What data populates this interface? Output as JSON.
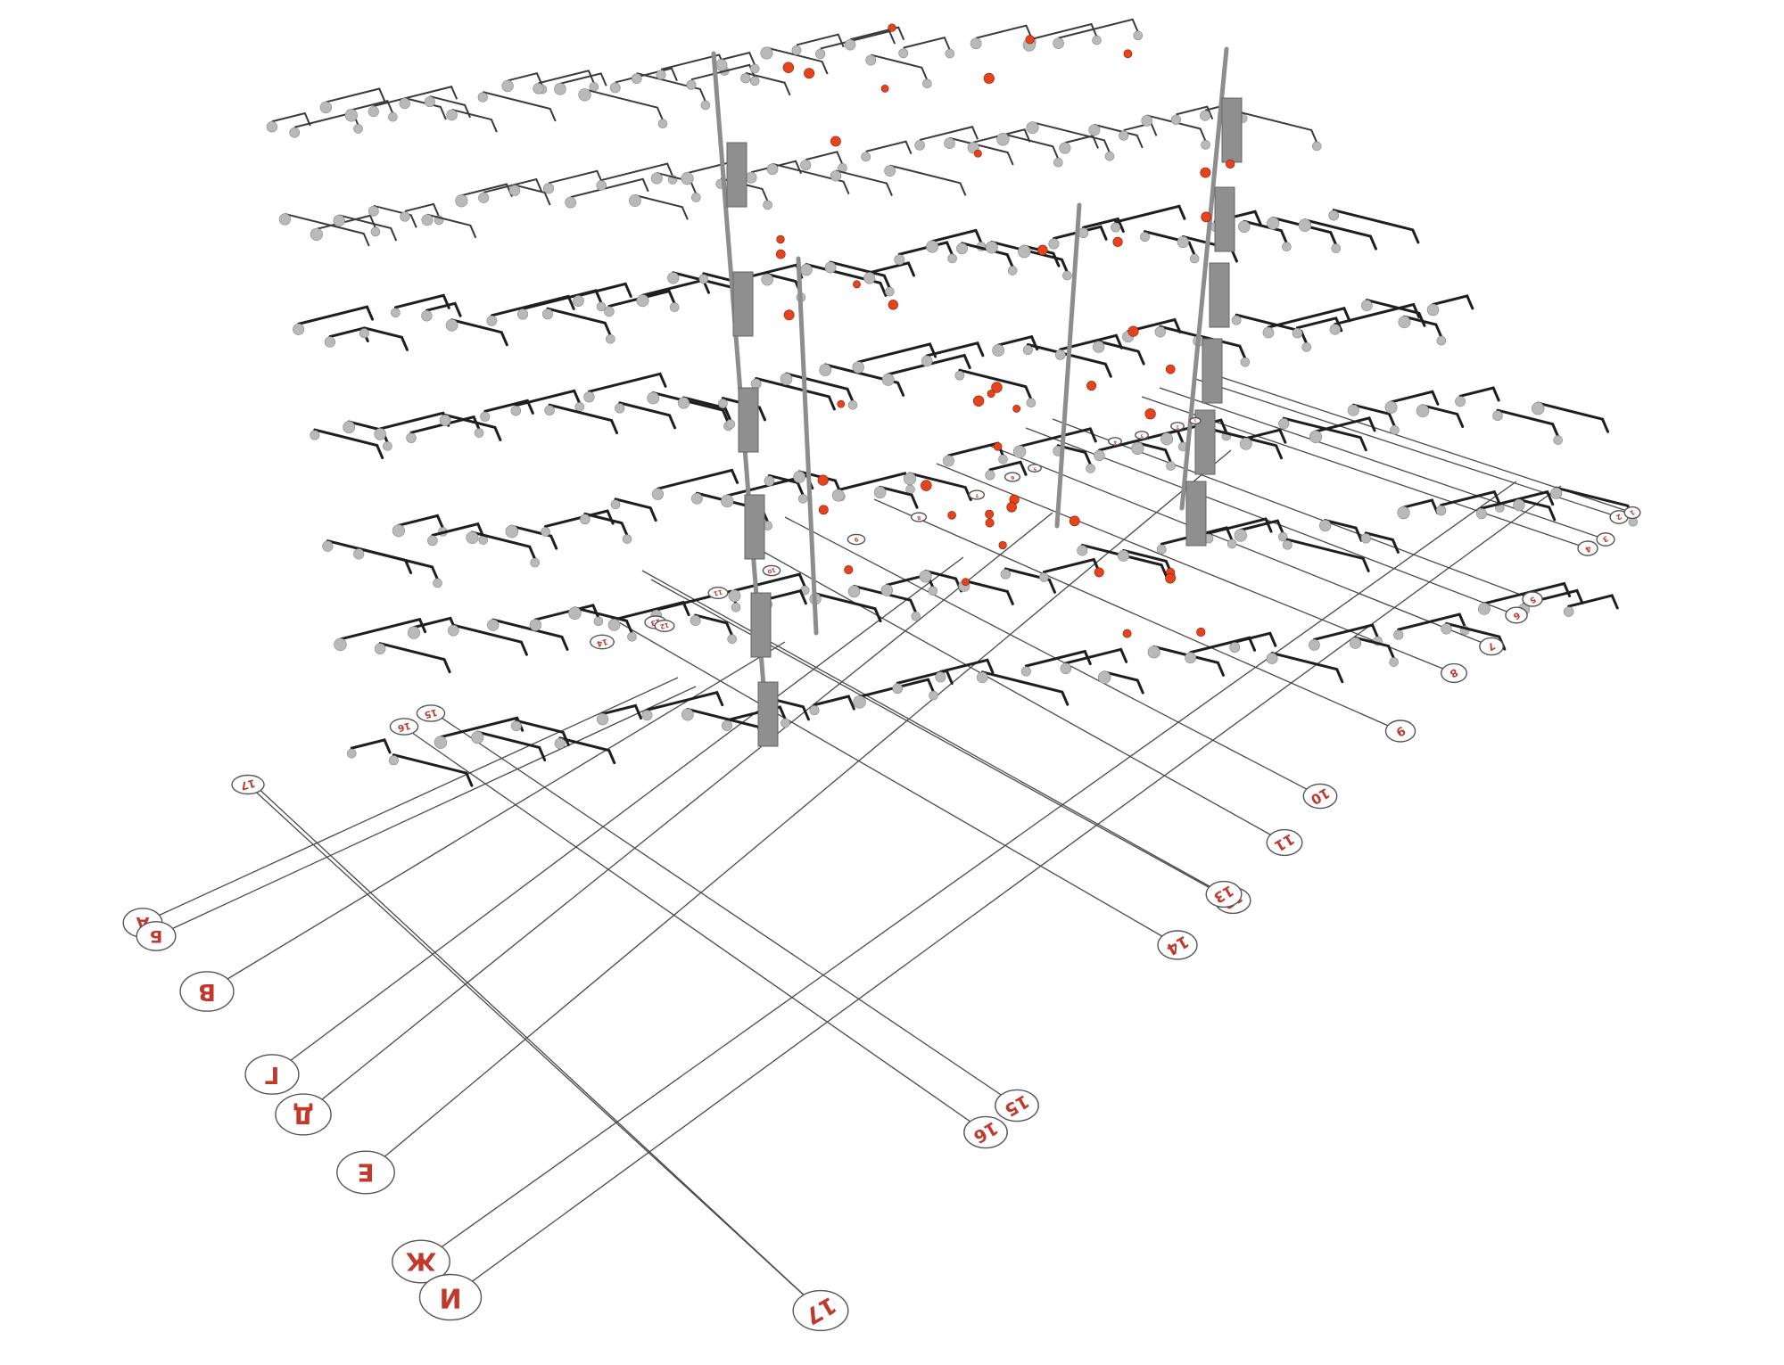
{
  "bubbles": {
    "letters": [
      "А",
      "Б",
      "В",
      "Г",
      "Д",
      "Е",
      "Ж",
      "И"
    ],
    "numbers_near": [
      "15",
      "16",
      "17",
      "14",
      "12",
      "13",
      "11",
      "10",
      "9",
      "8",
      "7",
      "6",
      "5",
      "4",
      "3",
      "2",
      "1"
    ],
    "numbers_far": [
      "17",
      "16",
      "15",
      "14",
      "13",
      "12",
      "11",
      "10",
      "9",
      "8",
      "7",
      "6",
      "5",
      "4",
      "3",
      "2",
      "1"
    ]
  },
  "colors": {
    "label": "#c0392b",
    "pipe": "#1e1e1e",
    "fixture": "#b9b9b9",
    "hot_fixture": "#e5431c",
    "riser": "#8d8d8d"
  }
}
